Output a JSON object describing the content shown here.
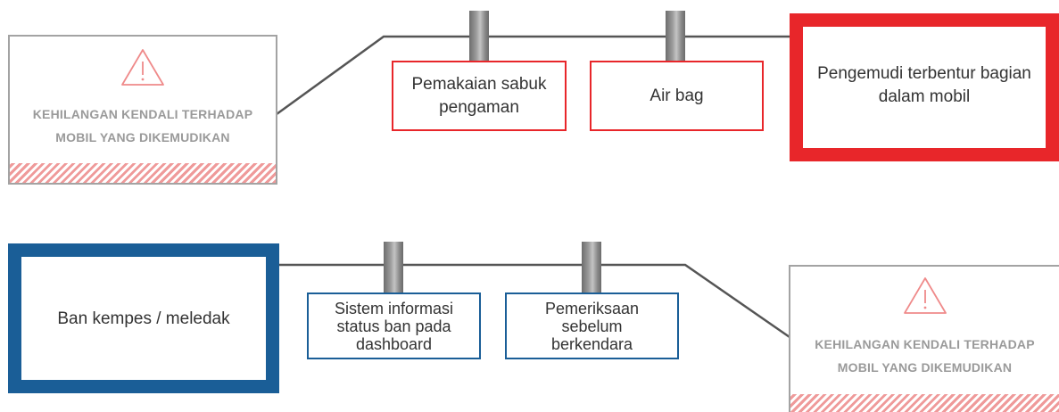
{
  "top_row": {
    "hazard": {
      "icon": "warning-icon",
      "text_line1": "KEHILANGAN KENDALI TERHADAP",
      "text_line2": "MOBIL YANG DIKEMUDIKAN"
    },
    "controls": [
      {
        "line1": "Pemakaian sabuk",
        "line2": "pengaman"
      },
      {
        "line1": "Air bag"
      }
    ],
    "consequence": {
      "line1": "Pengemudi terbentur bagian",
      "line2": "dalam mobil",
      "frame_color": "#e8262a"
    }
  },
  "bottom_row": {
    "cause": {
      "text": "Ban kempes / meledak",
      "frame_color": "#1a5e97"
    },
    "controls": [
      {
        "line1": "Sistem informasi",
        "line2": "status ban pada",
        "line3": "dashboard"
      },
      {
        "line1": "Pemeriksaan",
        "line2": "sebelum",
        "line3": "berkendara"
      }
    ],
    "hazard": {
      "icon": "warning-icon",
      "text_line1": "KEHILANGAN KENDALI TERHADAP",
      "text_line2": "MOBIL YANG DIKEMUDIKAN"
    }
  },
  "colors": {
    "line": "#555555",
    "red": "#e8262a",
    "blue": "#1a5e97",
    "hazard_border": "#a3a3a3",
    "hazard_text": "#9a9a9a",
    "stripe": "#ef9a9a"
  }
}
